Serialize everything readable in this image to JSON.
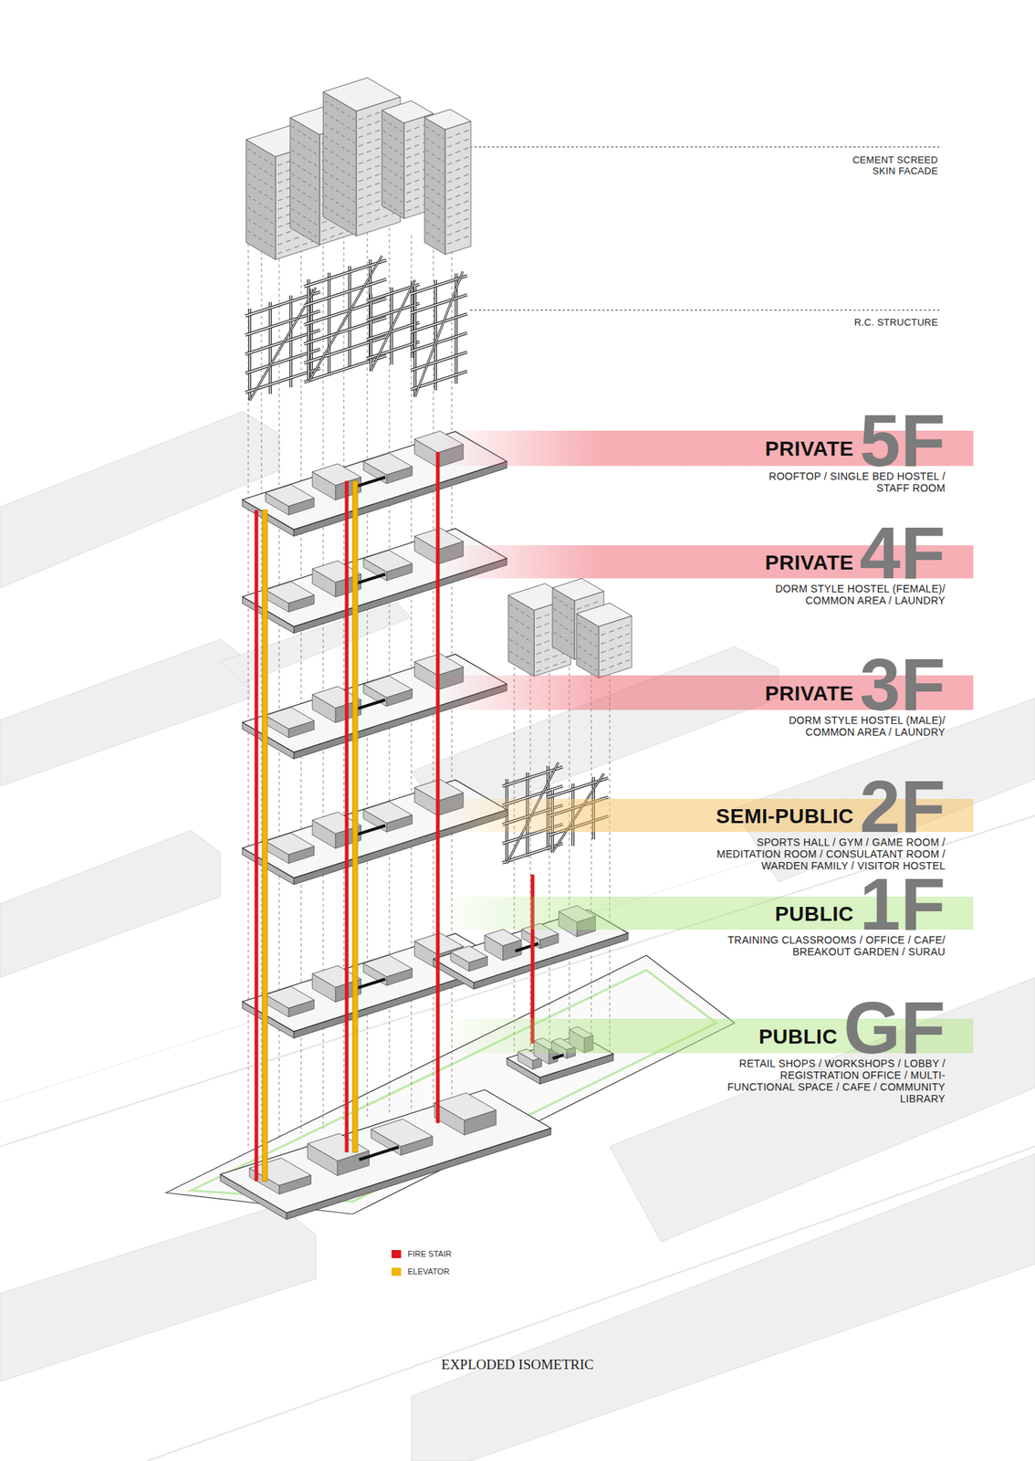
{
  "diagram": {
    "caption": "EXPLODED ISOMETRIC",
    "nodes": [
      {
        "text": [
          "5F",
          "PRIVATE",
          "ROOFTOP / SINGLE BED HOSTEL / STAFF ROOM"
        ]
      },
      {
        "text": [
          "4F",
          "PRIVATE",
          "DORM STYLE HOSTEL (FEMALE)/ COMMON AREA / LAUNDRY"
        ]
      },
      {
        "text": [
          "3F",
          "PRIVATE",
          "DORM STYLE HOSTEL (MALE)/ COMMON AREA / LAUNDRY"
        ]
      },
      {
        "text": [
          "2F",
          "SEMI-PUBLIC",
          "SPORTS HALL / GYM / GAME ROOM / MEDITATION ROOM / CONSULATANT ROOM / WARDEN FAMILY / VISITOR HOSTEL"
        ]
      },
      {
        "text": [
          "1F",
          "PUBLIC",
          "TRAINING CLASSROOMS / OFFICE / CAFE/ BREAKOUT GARDEN / SURAU"
        ]
      },
      {
        "text": [
          "GF",
          "PUBLIC",
          "RETAIL SHOPS / WORKSHOPS / LOBBY / REGISTRATION OFFICE / MULTI-FUNCTIONAL SPACE / CAFE / COMMUNITY LIBRARY"
        ]
      }
    ],
    "labels": [
      "CEMENT SCREED SKIN FACADE",
      "R.C. STRUCTURE"
    ],
    "legend": [
      {
        "text": "FIRE STAIR",
        "color": "#e0161e"
      },
      {
        "text": "ELEVATOR",
        "color": "#f4b400"
      }
    ]
  }
}
